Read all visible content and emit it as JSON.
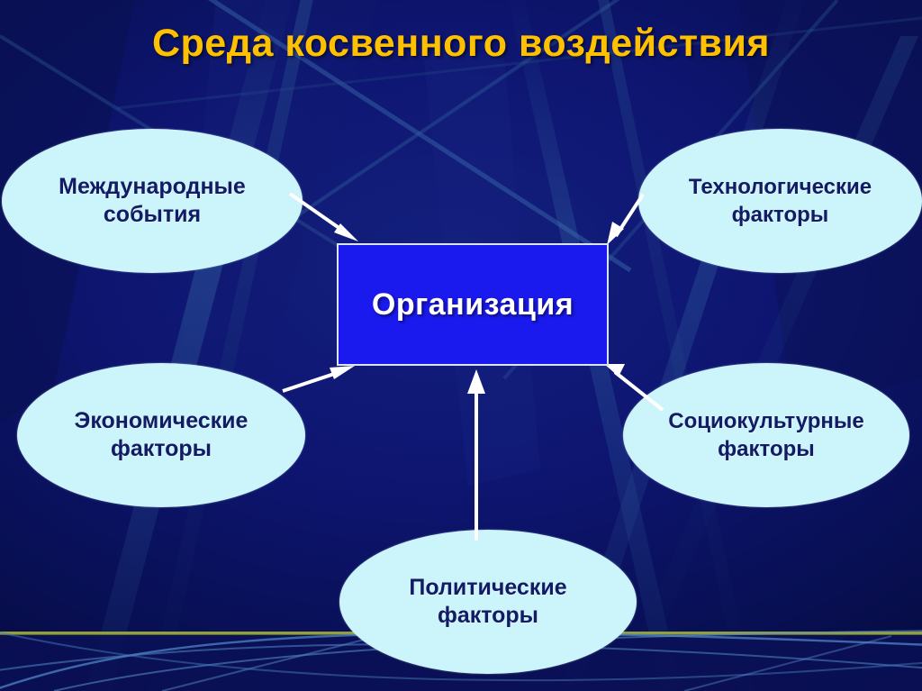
{
  "slide": {
    "title": "Среда косвенного воздействия",
    "background_color": "#0d1570",
    "title_color": "#ffc000",
    "node_fill_color": "#cbf4fb",
    "node_text_color": "#121b63",
    "center_box_color": "#1a1aef",
    "center_box_text_color": "#ffffff",
    "arrow_color": "#ffffff",
    "divider_color": "#9aa83a"
  },
  "center": {
    "label": "Организация"
  },
  "nodes": [
    {
      "id": "international-events",
      "label": "Международные\nсобытия",
      "position": "top-left"
    },
    {
      "id": "technological-factors",
      "label": "Технологические\nфакторы",
      "position": "top-right"
    },
    {
      "id": "economic-factors",
      "label": "Экономические\nфакторы",
      "position": "middle-left"
    },
    {
      "id": "sociocultural-factors",
      "label": "Социокультурные\nфакторы",
      "position": "middle-right"
    },
    {
      "id": "political-factors",
      "label": "Политические\nфакторы",
      "position": "bottom-center"
    }
  ],
  "arrows": [
    {
      "from": "international-events",
      "to": "center",
      "direction": "down-right"
    },
    {
      "from": "technological-factors",
      "to": "center",
      "direction": "down-left"
    },
    {
      "from": "economic-factors",
      "to": "center",
      "direction": "up-right"
    },
    {
      "from": "sociocultural-factors",
      "to": "center",
      "direction": "up-left"
    },
    {
      "from": "political-factors",
      "to": "center",
      "direction": "up"
    }
  ],
  "chart_data": {
    "type": "diagram",
    "subtype": "hub-and-spoke",
    "title": "Среда косвенного воздействия",
    "hub": "Организация",
    "spokes": [
      "Международные события",
      "Технологические факторы",
      "Экономические факторы",
      "Социокультурные факторы",
      "Политические факторы"
    ],
    "edge_direction": "spoke-to-hub",
    "edge_count": 5
  }
}
